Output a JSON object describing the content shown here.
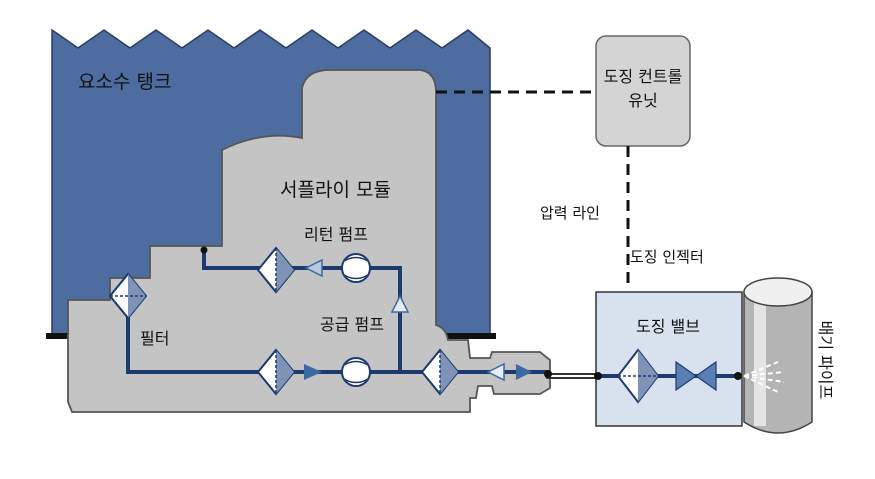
{
  "labels": {
    "tank": "요소수 탱크",
    "supply_module": "서플라이 모듈",
    "return_pump": "리턴 펌프",
    "supply_pump": "공급 펌프",
    "filter": "필터",
    "control_unit_line1": "도징 컨트롤",
    "control_unit_line2": "유닛",
    "pressure_line": "압력 라인",
    "injector": "도징 인젝터",
    "valve": "도징 밸브",
    "exhaust_pipe": "배기 파이프"
  },
  "colors": {
    "tank_fill": "#4d6c9f",
    "tank_stroke": "#2a3d63",
    "module_fill": "#c4c4c4",
    "module_stroke": "#555555",
    "pipe": "#1c3a6e",
    "valve_box_fill": "#d8e2ee",
    "control_unit_fill": "#d4d4d4",
    "arrow_fill": "#3c68a4"
  },
  "icons": [
    "filter-icon",
    "pump-icon",
    "check-valve-icon",
    "return-arrow-icon",
    "dosing-valve-icon",
    "spray-nozzle-icon"
  ]
}
